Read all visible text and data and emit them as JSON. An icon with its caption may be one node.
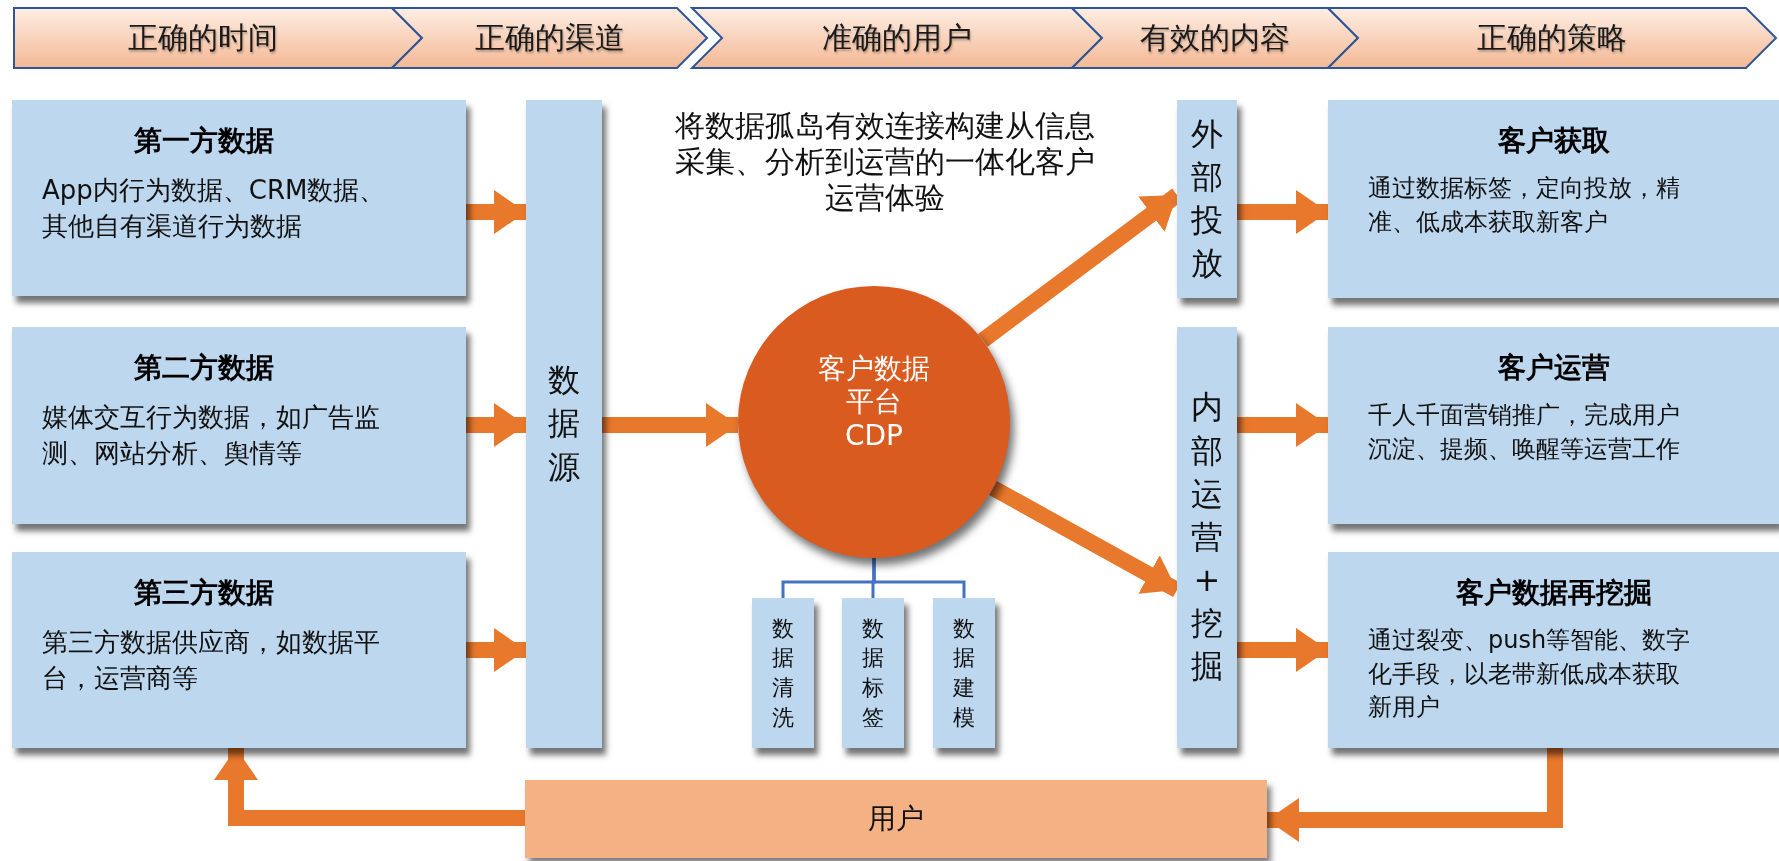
{
  "diagram": {
    "nodes": [
      {
        "text": [
          "正确的时间"
        ]
      },
      {
        "text": [
          "正确的渠道"
        ]
      },
      {
        "text": [
          "准确的用户"
        ]
      },
      {
        "text": [
          "有效的内容"
        ]
      },
      {
        "text": [
          "正确的策略"
        ]
      },
      {
        "text": [
          "第一方数据",
          "App内行为数据、CRM数据、其他自有渠道行为数据"
        ]
      },
      {
        "text": [
          "第二方数据",
          "媒体交互行为数据，如广告监测、网站分析、舆情等"
        ]
      },
      {
        "text": [
          "第三方数据",
          "第三方数据供应商，如数据平台，运营商等"
        ]
      },
      {
        "text": [
          "数据源"
        ]
      },
      {
        "text": [
          "客户数据平台 CDP"
        ]
      },
      {
        "text": [
          "数据清洗"
        ]
      },
      {
        "text": [
          "数据标签"
        ]
      },
      {
        "text": [
          "数据建模"
        ]
      },
      {
        "text": [
          "外部投放"
        ]
      },
      {
        "text": [
          "内部运营+挖掘"
        ]
      },
      {
        "text": [
          "客户获取",
          "通过数据标签，定向投放，精准、低成本获取新客户"
        ]
      },
      {
        "text": [
          "客户运营",
          "千人千面营销推广，完成用户沉淀、提频、唤醒等运营工作"
        ]
      },
      {
        "text": [
          "客户数据再挖掘",
          "通过裂变、push等智能、数字化手段，以老带新低成本获取新用户"
        ]
      },
      {
        "text": [
          "用户"
        ]
      }
    ],
    "edges": [
      {
        "from": 5,
        "to": 8,
        "arrow": "to"
      },
      {
        "from": 6,
        "to": 8,
        "arrow": "to"
      },
      {
        "from": 7,
        "to": 8,
        "arrow": "to"
      },
      {
        "from": 8,
        "to": 9,
        "arrow": "to"
      },
      {
        "from": 9,
        "to": 13,
        "arrow": "to"
      },
      {
        "from": 9,
        "to": 14,
        "arrow": "to"
      },
      {
        "from": 13,
        "to": 15,
        "arrow": "to"
      },
      {
        "from": 14,
        "to": 16,
        "arrow": "to"
      },
      {
        "from": 14,
        "to": 17,
        "arrow": "to"
      },
      {
        "from": 17,
        "to": 18,
        "arrow": "to"
      },
      {
        "from": 18,
        "to": 7,
        "arrow": "to"
      },
      {
        "from": 9,
        "to": 10,
        "arrow": "none",
        "color": "#4472c4"
      },
      {
        "from": 9,
        "to": 11,
        "arrow": "none",
        "color": "#4472c4"
      },
      {
        "from": 9,
        "to": 12,
        "arrow": "none",
        "color": "#4472c4"
      }
    ],
    "labels": [
      "将数据孤岛有效连接构建从信息采集、分析到运营的一体化客户运营体验"
    ]
  }
}
